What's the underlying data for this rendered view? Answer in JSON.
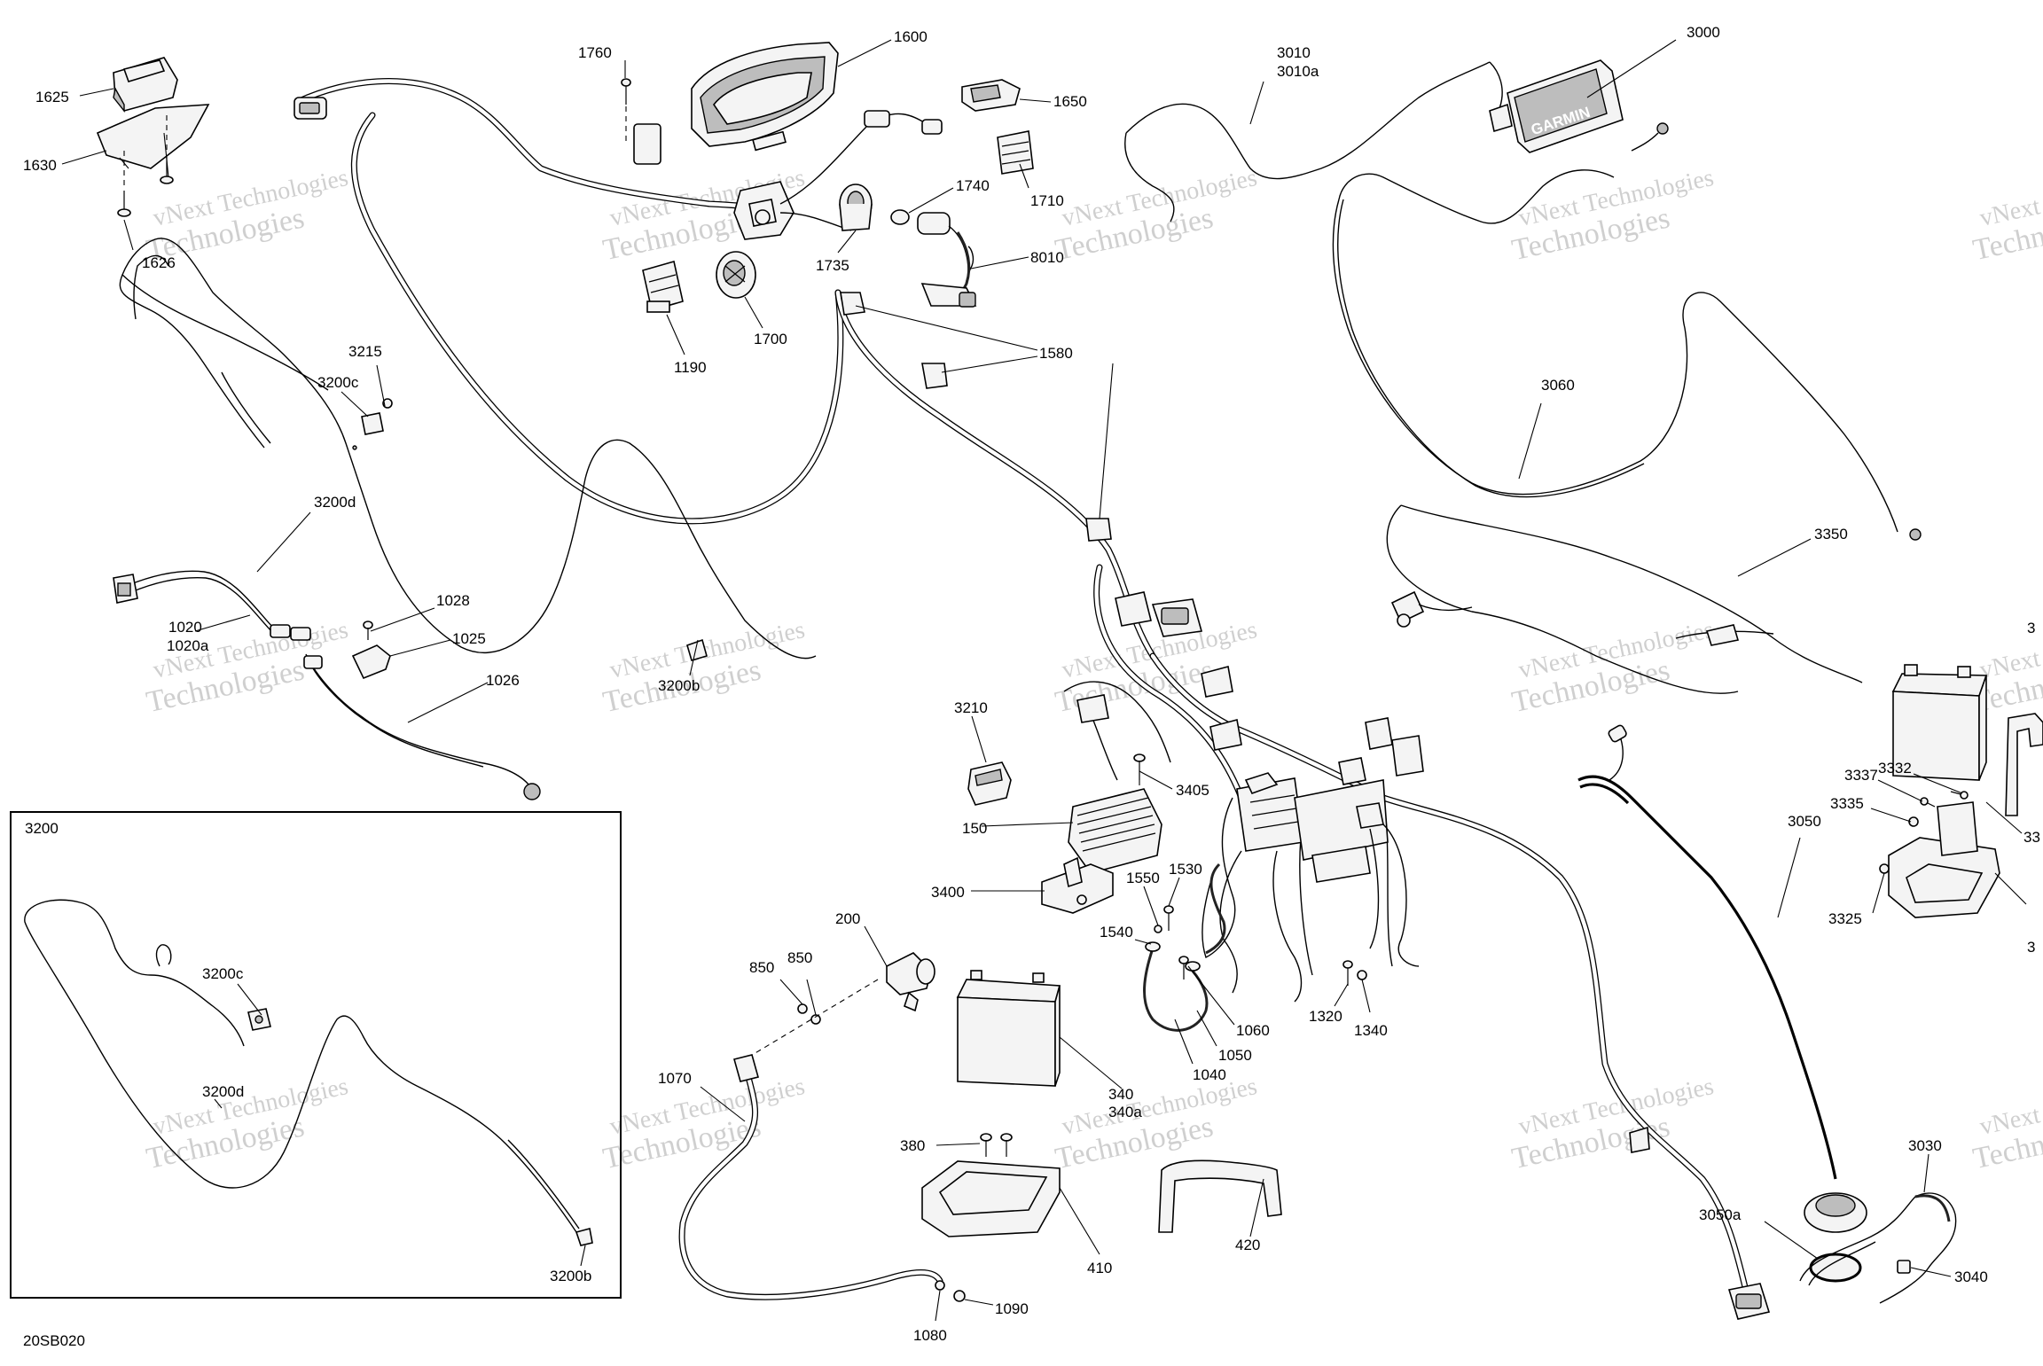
{
  "diagram": {
    "drawing_code": "20SB020",
    "inset_label": "3200",
    "brand_text": "GARMIN",
    "watermark_line1": "vNext Technologies",
    "watermark_line2": "Technologies",
    "callouts": {
      "c1625": "1625",
      "c1630": "1630",
      "c1626": "1626",
      "c1760": "1760",
      "c1600": "1600",
      "c1650": "1650",
      "c1740": "1740",
      "c1710": "1710",
      "c1735": "1735",
      "c8010": "8010",
      "c1190": "1190",
      "c1700": "1700",
      "c1580": "1580",
      "c3010": "3010",
      "c3010a": "3010a",
      "c3000": "3000",
      "c3060": "3060",
      "c3350": "3350",
      "c3215": "3215",
      "c3200c": "3200c",
      "c3200d": "3200d",
      "c1028": "1028",
      "c1020": "1020",
      "c1020a": "1020a",
      "c1025": "1025",
      "c1026": "1026",
      "c3200b": "3200b",
      "c3210": "3210",
      "c3405": "3405",
      "c150": "150",
      "c3400": "3400",
      "c1550": "1550",
      "c1530": "1530",
      "c1540": "1540",
      "c200": "200",
      "c850a": "850",
      "c850b": "850",
      "c1060": "1060",
      "c1050": "1050",
      "c1040": "1040",
      "c1320": "1320",
      "c1340": "1340",
      "c340": "340",
      "c340a": "340a",
      "c1070": "1070",
      "c380": "380",
      "c410": "410",
      "c420": "420",
      "c1090": "1090",
      "c1080": "1080",
      "c3337": "3337",
      "c3332": "3332",
      "c3335": "3335",
      "c3325": "3325",
      "c3050": "3050",
      "c3050a": "3050a",
      "c3030": "3030",
      "c3040": "3040",
      "cr3": "3",
      "cr33": "33",
      "cr3b": "3"
    }
  }
}
